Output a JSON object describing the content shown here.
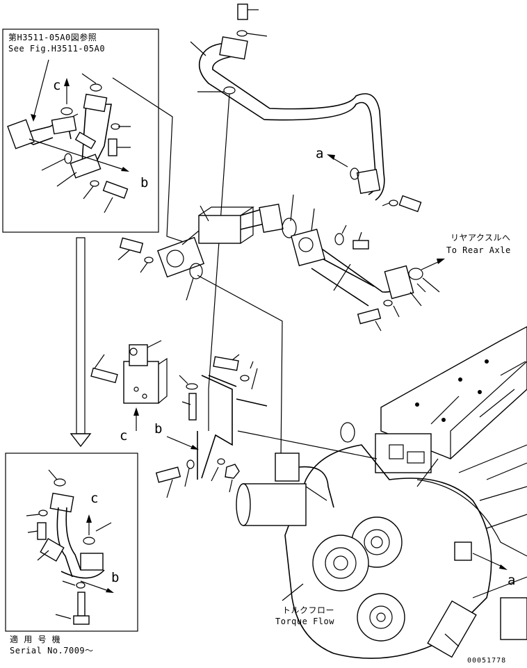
{
  "ref_jp": "第H3511-05A0図参照",
  "ref_en": "See Fig.H3511-05A0",
  "rear_axle_jp": "リヤアクスルへ",
  "rear_axle_en": "To Rear Axle",
  "torque_jp": "トルクフロー",
  "torque_en": "Torque Flow",
  "serial_jp": "適 用 号 機",
  "serial_en": "Serial No.7009～",
  "figure_no": "00051778",
  "callouts": {
    "a": "a",
    "b": "b",
    "c": "c"
  }
}
